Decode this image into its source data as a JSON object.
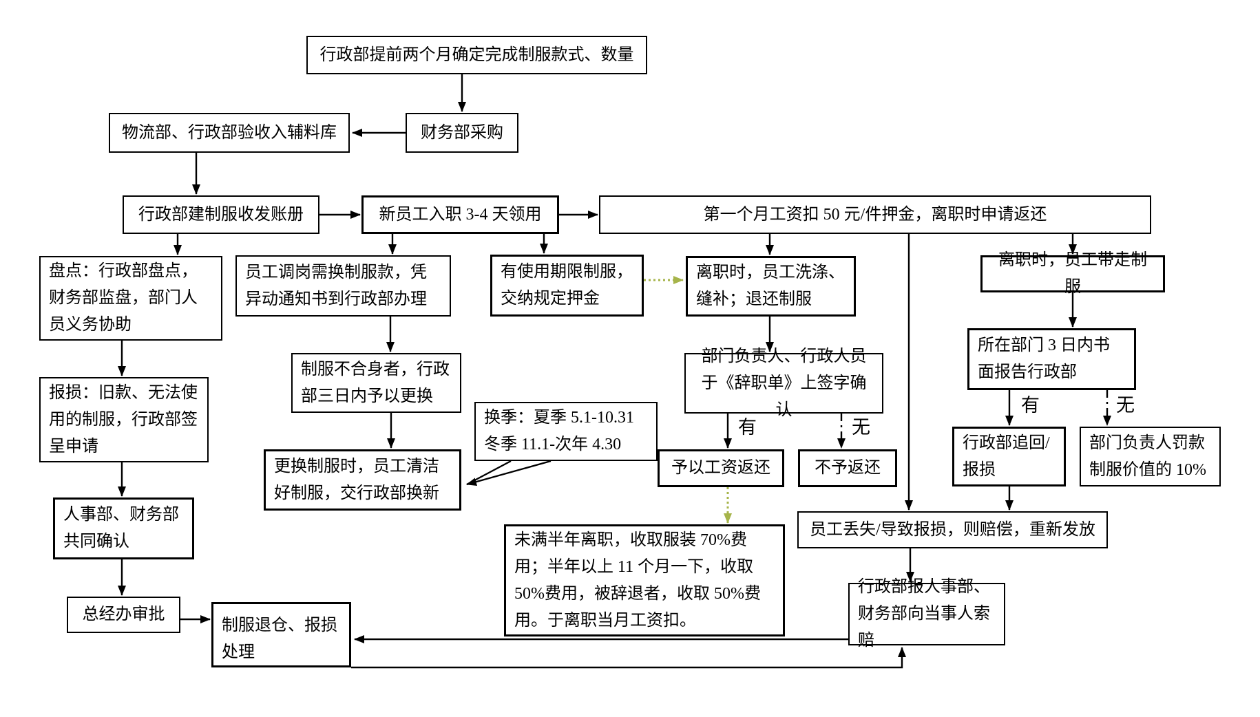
{
  "diagram_type": "flowchart",
  "language": "zh-CN",
  "colors": {
    "background": "#ffffff",
    "line": "#000000",
    "box_border": "#000000",
    "highlight_arrow": "#a6b44a"
  },
  "nodes": [
    {
      "id": "determine-style",
      "text": "行政部提前两个月确定完成制服款式、数量"
    },
    {
      "id": "finance-purchase",
      "text": "财务部采购"
    },
    {
      "id": "logistics-accept",
      "text": "物流部、行政部验收入辅料库"
    },
    {
      "id": "admin-ledger",
      "text": "行政部建制服收发账册"
    },
    {
      "id": "new-employee-receive",
      "text": "新员工入职 3-4 天领用"
    },
    {
      "id": "first-month-deposit",
      "text": "第一个月工资扣 50 元/件押金，离职时申请返还"
    },
    {
      "id": "inventory-check",
      "text": "盘点：行政部盘点，财务部监盘，部门人员义务协助"
    },
    {
      "id": "transfer-change",
      "text": "员工调岗需换制服款，凭异动通知书到行政部办理"
    },
    {
      "id": "limited-term-deposit",
      "text": "有使用期限制服，交纳规定押金"
    },
    {
      "id": "resign-wash-return",
      "text": "离职时，员工洗涤、缝补；退还制服"
    },
    {
      "id": "resign-take-uniform",
      "text": "离职时，员工带走制服"
    },
    {
      "id": "report-loss-apply",
      "text": "报损：旧款、无法使用的制服，行政部签呈申请"
    },
    {
      "id": "not-fit-replace",
      "text": "制服不合身者，行政部三日内予以更换"
    },
    {
      "id": "sign-confirm",
      "text": "部门负责人、行政人员于《辞职单》上签字确认"
    },
    {
      "id": "dept-report-3days",
      "text": "所在部门 3 日内书面报告行政部"
    },
    {
      "id": "season-callout",
      "text": "换季：夏季 5.1-10.31\n冬季 11.1-次年 4.30"
    },
    {
      "id": "exchange-clean",
      "text": "更换制服时，员工清洁好制服，交行政部换新"
    },
    {
      "id": "salary-return",
      "text": "予以工资返还"
    },
    {
      "id": "no-return",
      "text": "不予返还"
    },
    {
      "id": "admin-recover",
      "text": "行政部追回/报损"
    },
    {
      "id": "dept-head-fine",
      "text": "部门负责人罚款制服价值的 10%"
    },
    {
      "id": "hr-finance-confirm",
      "text": "人事部、财务部共同确认"
    },
    {
      "id": "lost-compensate",
      "text": "员工丢失/导致报损，则赔偿，重新发放"
    },
    {
      "id": "fee-schedule",
      "text": "未满半年离职，收取服装 70%费用；半年以上 11 个月一下，收取 50%费用，被辞退者，收取 50%费用。于离职当月工资扣。"
    },
    {
      "id": "gm-approve",
      "text": "总经办审批"
    },
    {
      "id": "claim-compensation",
      "text": "行政部报人事部、财务部向当事人索赔"
    },
    {
      "id": "uniform-return-handle",
      "text": "制服退仓、报损处理"
    }
  ],
  "edges": [
    {
      "from": "determine-style",
      "to": "finance-purchase",
      "style": "solid"
    },
    {
      "from": "finance-purchase",
      "to": "logistics-accept",
      "style": "solid"
    },
    {
      "from": "logistics-accept",
      "to": "admin-ledger",
      "style": "solid"
    },
    {
      "from": "admin-ledger",
      "to": "new-employee-receive",
      "style": "solid"
    },
    {
      "from": "new-employee-receive",
      "to": "first-month-deposit",
      "style": "solid"
    },
    {
      "from": "admin-ledger",
      "to": "inventory-check",
      "style": "solid"
    },
    {
      "from": "new-employee-receive",
      "to": "transfer-change",
      "style": "solid"
    },
    {
      "from": "new-employee-receive",
      "to": "limited-term-deposit",
      "style": "solid"
    },
    {
      "from": "first-month-deposit",
      "to": "resign-wash-return",
      "style": "solid"
    },
    {
      "from": "first-month-deposit",
      "to": "resign-take-uniform",
      "style": "solid"
    },
    {
      "from": "first-month-deposit",
      "to": "lost-compensate",
      "style": "solid"
    },
    {
      "from": "inventory-check",
      "to": "report-loss-apply",
      "style": "solid"
    },
    {
      "from": "report-loss-apply",
      "to": "hr-finance-confirm",
      "style": "solid"
    },
    {
      "from": "hr-finance-confirm",
      "to": "gm-approve",
      "style": "solid"
    },
    {
      "from": "gm-approve",
      "to": "uniform-return-handle",
      "style": "solid"
    },
    {
      "from": "transfer-change",
      "to": "not-fit-replace",
      "style": "solid"
    },
    {
      "from": "not-fit-replace",
      "to": "exchange-clean",
      "style": "solid"
    },
    {
      "from": "limited-term-deposit",
      "to": "resign-wash-return",
      "style": "green"
    },
    {
      "from": "resign-wash-return",
      "to": "sign-confirm",
      "style": "solid"
    },
    {
      "from": "sign-confirm",
      "to": "salary-return",
      "style": "solid",
      "label": "有"
    },
    {
      "from": "sign-confirm",
      "to": "no-return",
      "style": "dashed",
      "label": "无"
    },
    {
      "from": "salary-return",
      "to": "fee-schedule",
      "style": "green"
    },
    {
      "from": "resign-take-uniform",
      "to": "dept-report-3days",
      "style": "solid"
    },
    {
      "from": "dept-report-3days",
      "to": "admin-recover",
      "style": "solid",
      "label": "有"
    },
    {
      "from": "dept-report-3days",
      "to": "dept-head-fine",
      "style": "dashed",
      "label": "无"
    },
    {
      "from": "admin-recover",
      "to": "lost-compensate",
      "style": "solid"
    },
    {
      "from": "lost-compensate",
      "to": "claim-compensation",
      "style": "solid"
    },
    {
      "from": "claim-compensation",
      "to": "uniform-return-handle",
      "style": "solid"
    },
    {
      "from": "uniform-return-handle",
      "to": "claim-compensation",
      "style": "solid"
    },
    {
      "from": "season-callout",
      "to": "exchange-clean",
      "style": "callout"
    }
  ]
}
